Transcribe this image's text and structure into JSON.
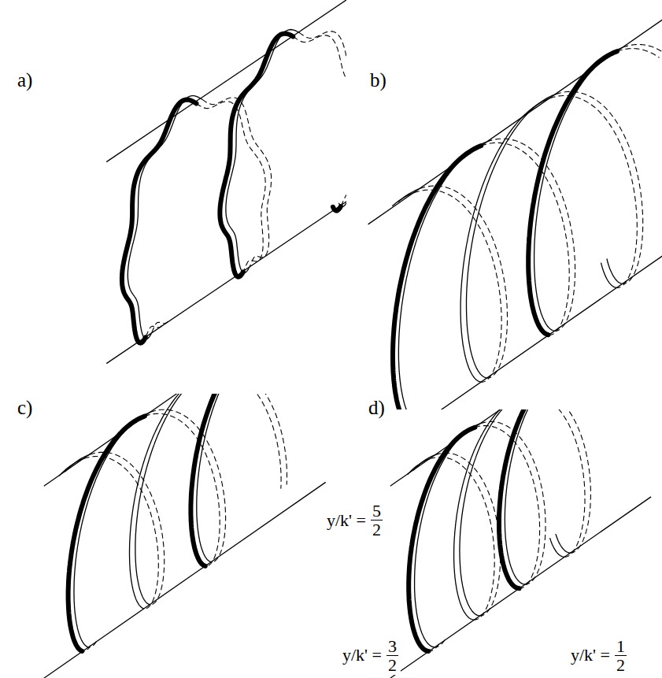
{
  "diagram": {
    "labels": [
      "a)",
      "b)",
      "y/k' =",
      "5",
      "2",
      "c)",
      "y/k' =",
      "3",
      "2",
      "d)",
      "y/k' =",
      "1",
      "2"
    ]
  }
}
